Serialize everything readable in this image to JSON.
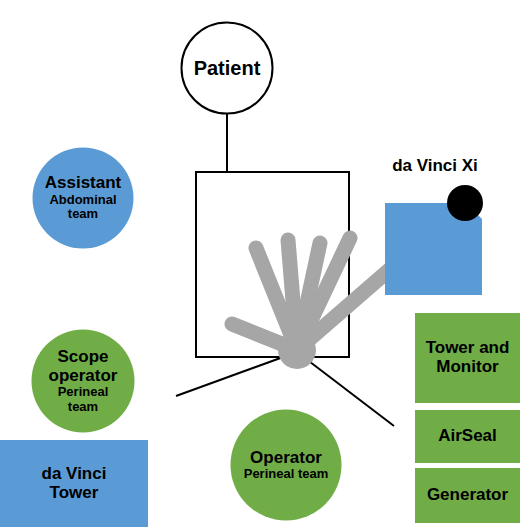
{
  "diagram": {
    "nodes": [
      {
        "text": [
          "Patient"
        ]
      },
      {
        "text": [
          "Assistant",
          "Abdominal team"
        ]
      },
      {
        "text": [
          "da Vinci Xi"
        ]
      },
      {
        "text": [
          "Scope operator",
          "Perineal team"
        ]
      },
      {
        "text": [
          "Tower and Monitor"
        ]
      },
      {
        "text": [
          "AirSeal"
        ]
      },
      {
        "text": [
          "Generator"
        ]
      },
      {
        "text": [
          "da Vinci Tower"
        ]
      },
      {
        "text": [
          "Operator",
          "Perineal team"
        ]
      }
    ]
  }
}
